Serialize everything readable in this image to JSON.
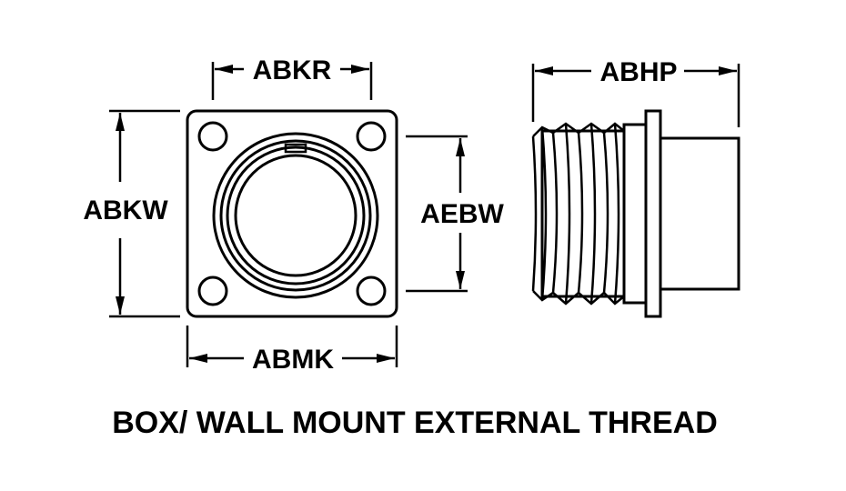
{
  "labels": {
    "abkr": "ABKR",
    "abkw": "ABKW",
    "abmk": "ABMK",
    "aebw": "AEBW",
    "abhp": "ABHP"
  },
  "caption": "BOX/ WALL MOUNT EXTERNAL THREAD"
}
